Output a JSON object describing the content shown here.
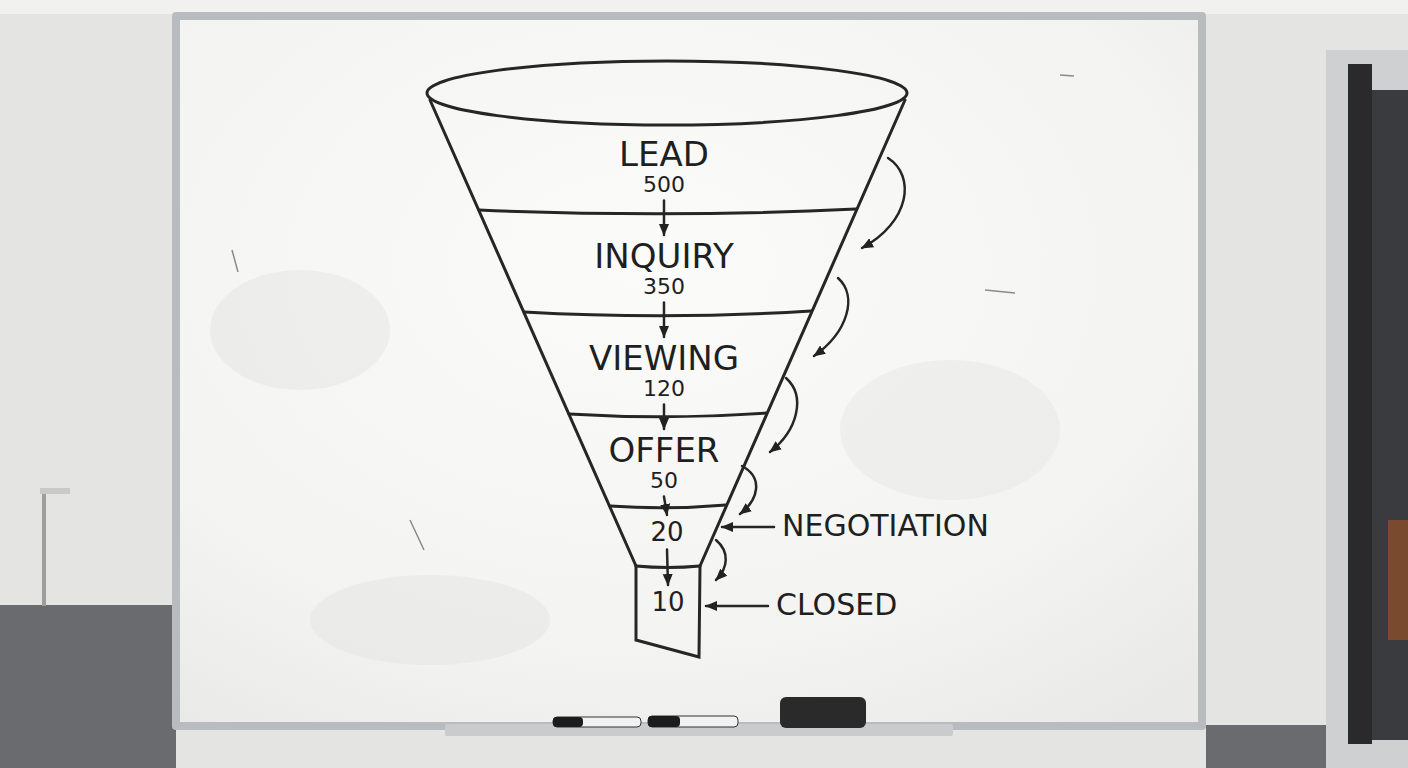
{
  "diagram": {
    "nodes": [
      {
        "text": [
          "LEAD",
          "500"
        ]
      },
      {
        "text": [
          "INQUIRY",
          "350"
        ]
      },
      {
        "text": [
          "VIEWING",
          "120"
        ]
      },
      {
        "text": [
          "OFFER",
          "50"
        ]
      },
      {
        "text": [
          "20",
          "NEGOTIATION"
        ]
      },
      {
        "text": [
          "10",
          "CLOSED"
        ]
      }
    ],
    "edges": [
      {
        "from": 0,
        "to": 1,
        "arrow": "to"
      },
      {
        "from": 1,
        "to": 2,
        "arrow": "to"
      },
      {
        "from": 2,
        "to": 3,
        "arrow": "to"
      },
      {
        "from": 3,
        "to": 4,
        "arrow": "to"
      },
      {
        "from": 4,
        "to": 5,
        "arrow": "to"
      }
    ]
  }
}
